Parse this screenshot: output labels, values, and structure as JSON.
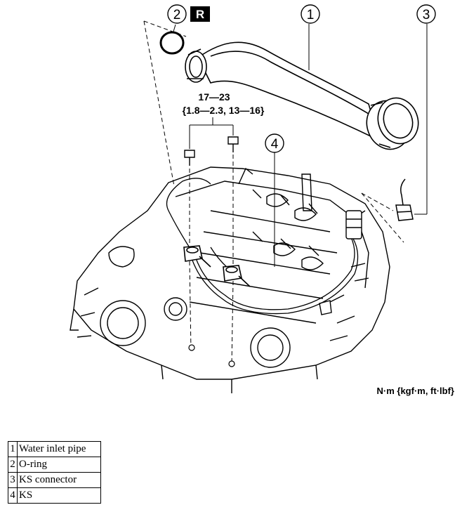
{
  "diagram": {
    "callouts": [
      {
        "id": "1",
        "label": "1"
      },
      {
        "id": "2",
        "label": "2"
      },
      {
        "id": "3",
        "label": "3"
      },
      {
        "id": "4",
        "label": "4"
      }
    ],
    "replace_badge": "R",
    "torque_line1": "17—23",
    "torque_line2": "{1.8—2.3, 13—16}",
    "units": "N·m {kgf·m, ft·lbf}"
  },
  "legend": {
    "rows": [
      {
        "num": "1",
        "name": "Water inlet pipe"
      },
      {
        "num": "2",
        "name": "O-ring"
      },
      {
        "num": "3",
        "name": "KS connector"
      },
      {
        "num": "4",
        "name": "KS"
      }
    ]
  },
  "colors": {
    "line": "#000000",
    "background": "#ffffff",
    "badge": "#000000"
  }
}
